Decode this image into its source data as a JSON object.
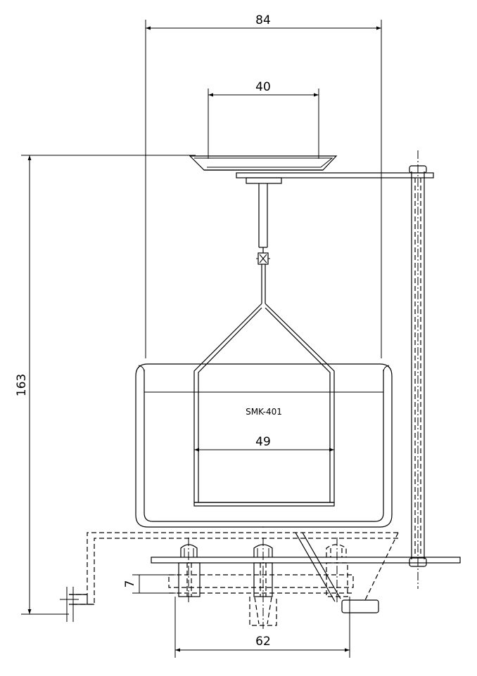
{
  "dimensions": {
    "overall_width": "84",
    "pan_width": "40",
    "overall_height": "163",
    "basket_width": "49",
    "foot_height": "7",
    "base_width": "62"
  },
  "labels": {
    "model": "SMK-401"
  }
}
